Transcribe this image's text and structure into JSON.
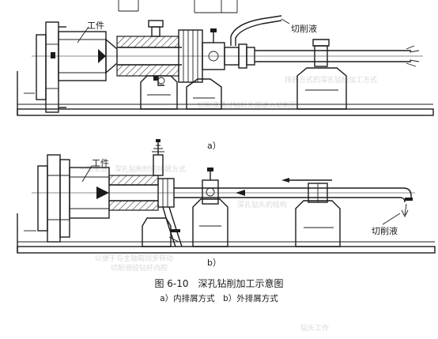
{
  "diagram_a": {
    "workpiece_label": "工件",
    "coolant_label": "切削液",
    "sub_label": "a）"
  },
  "diagram_b": {
    "workpiece_label": "工件",
    "coolant_label": "切削液",
    "sub_label": "b）"
  },
  "figure": {
    "caption": "图 6-10　深孔钻削加工示意图",
    "subcaption": "a）内排屑方式　b）外排屑方式"
  },
  "colors": {
    "ink": "#1c1c1c",
    "paper": "#ffffff"
  }
}
